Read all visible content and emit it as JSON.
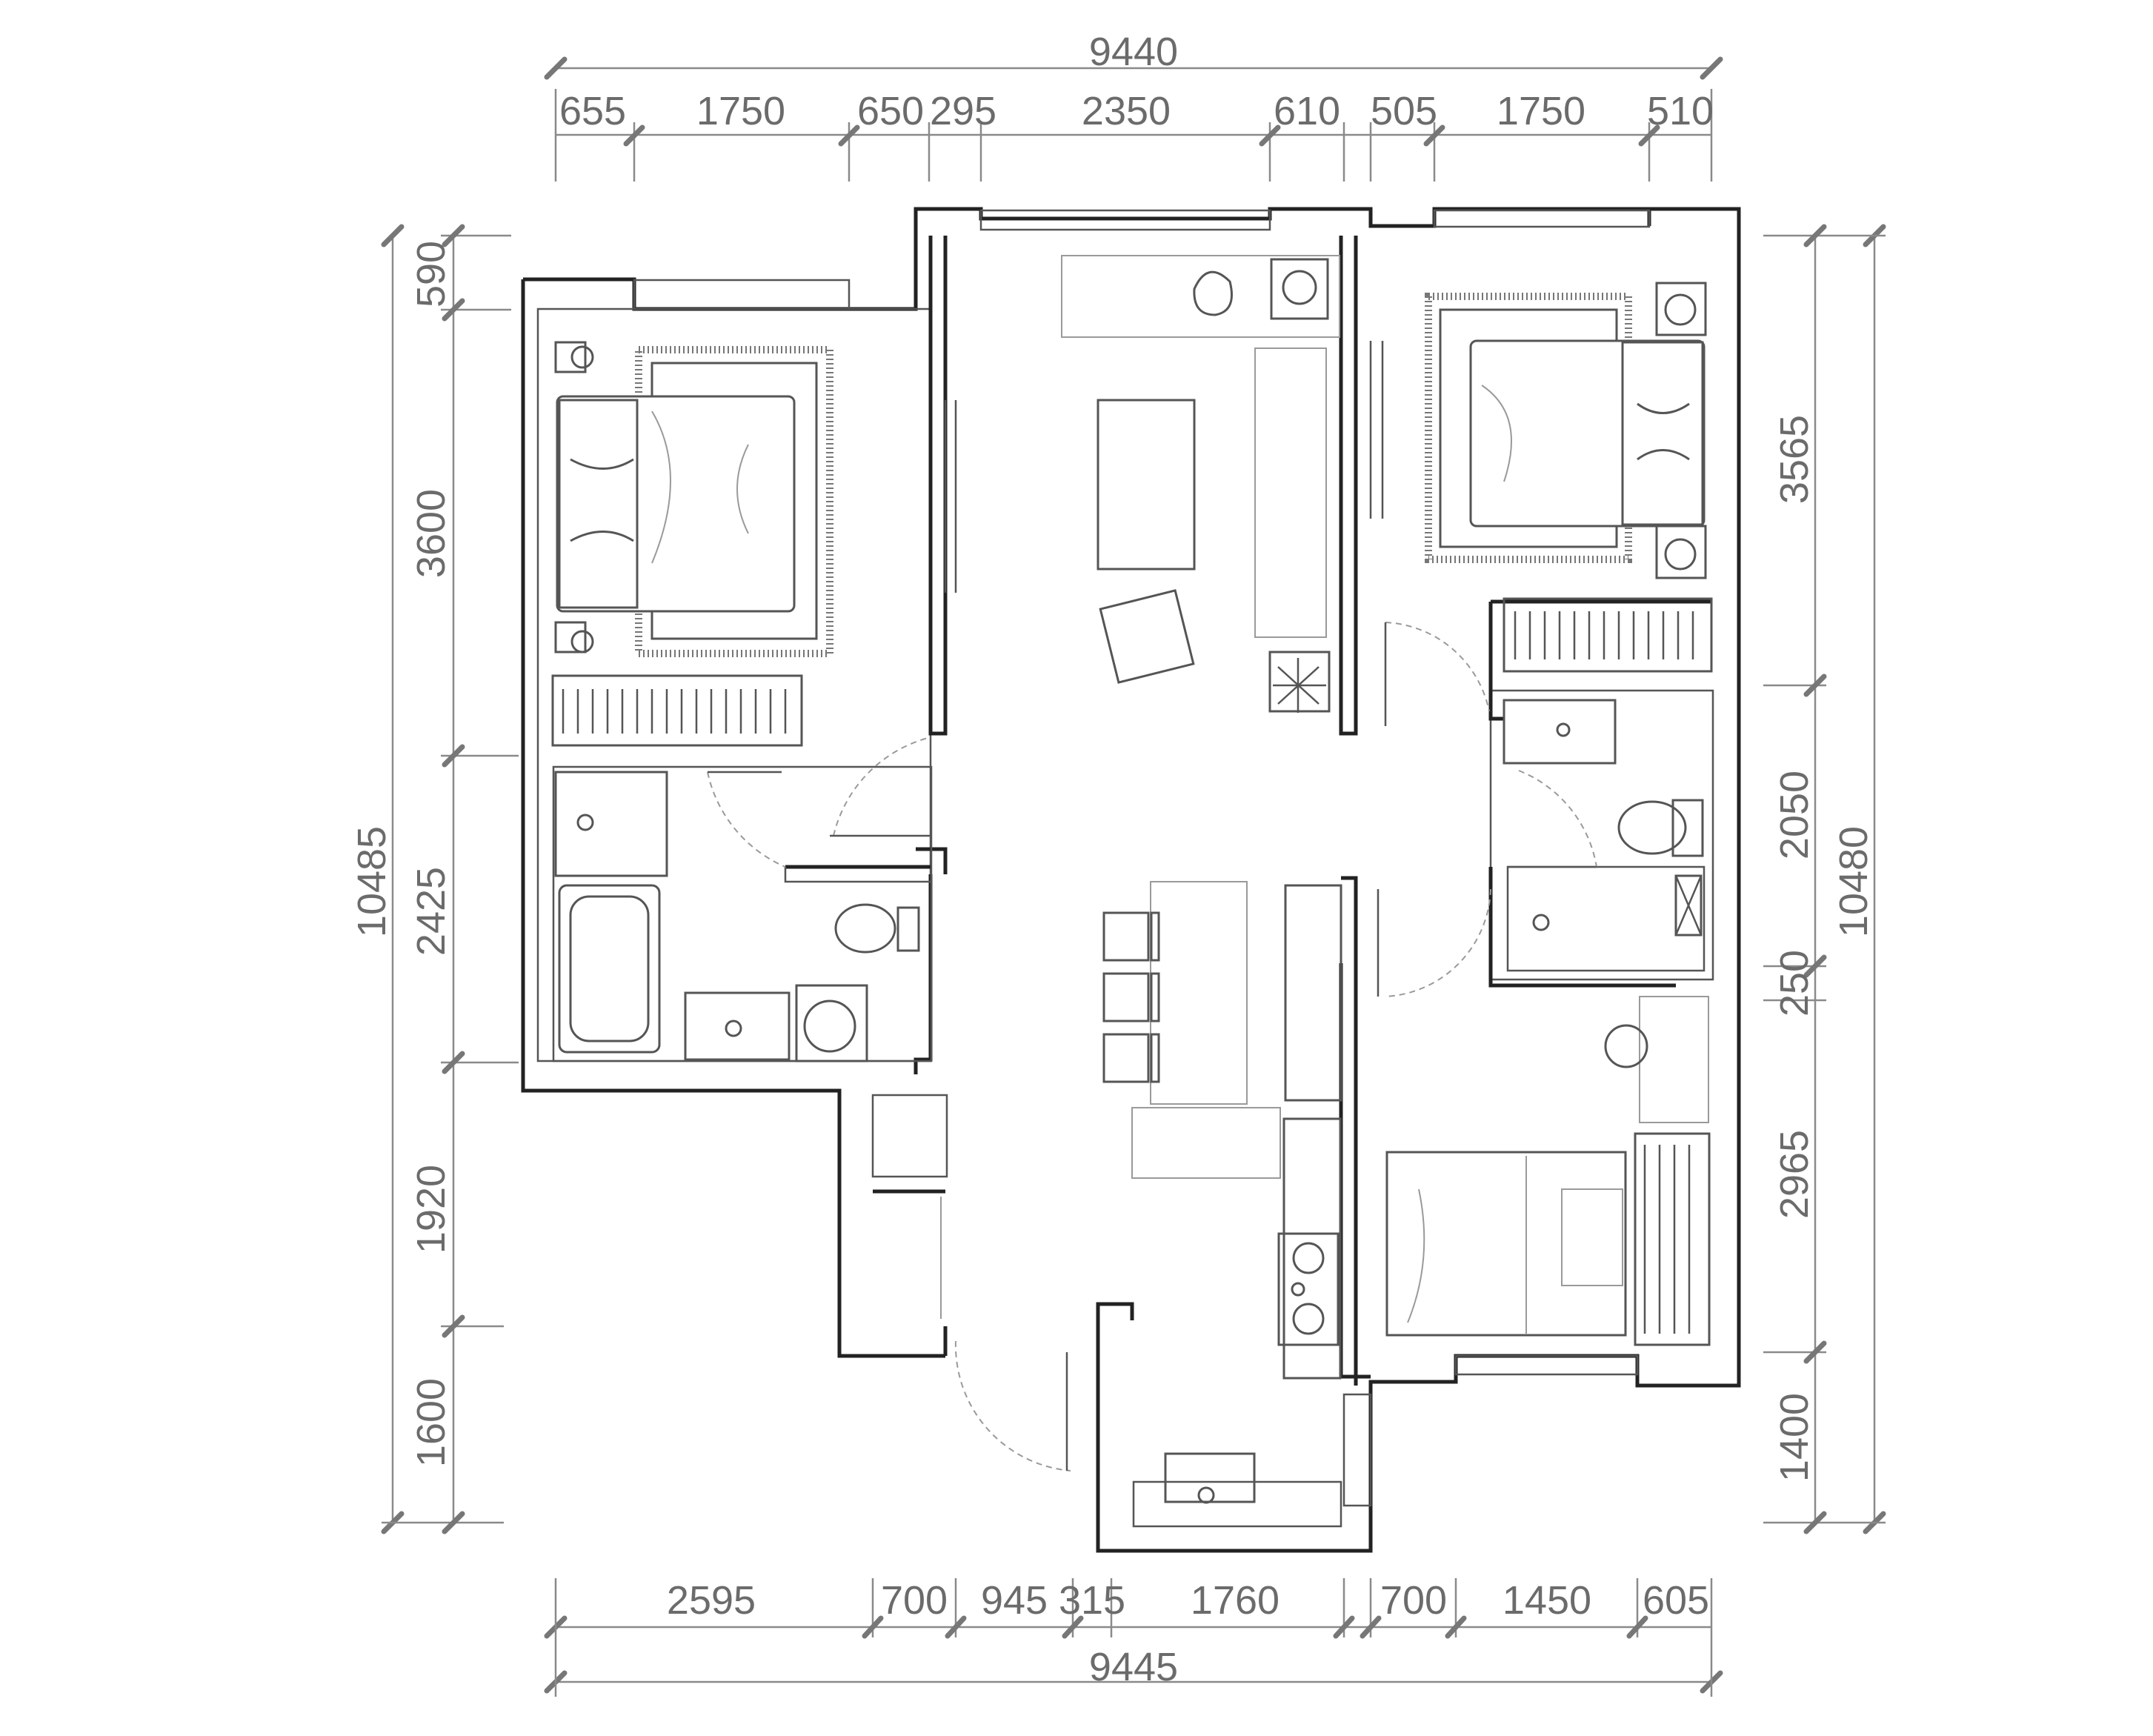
{
  "plan": {
    "dimensions": {
      "top_total": "9440",
      "top_segments": [
        "655",
        "1750",
        "650",
        "295",
        "2350",
        "610",
        "505",
        "1750",
        "510"
      ],
      "bottom_total": "9445",
      "bottom_segments": [
        "2595",
        "700",
        "945",
        "315",
        "1760",
        "700",
        "1450",
        "605"
      ],
      "left_total": "10485",
      "left_segments": [
        "590",
        "3600",
        "2425",
        "1920",
        "1600"
      ],
      "right_total": "10480",
      "right_segments": [
        "3565",
        "2050",
        "250",
        "2965",
        "1400"
      ]
    }
  }
}
